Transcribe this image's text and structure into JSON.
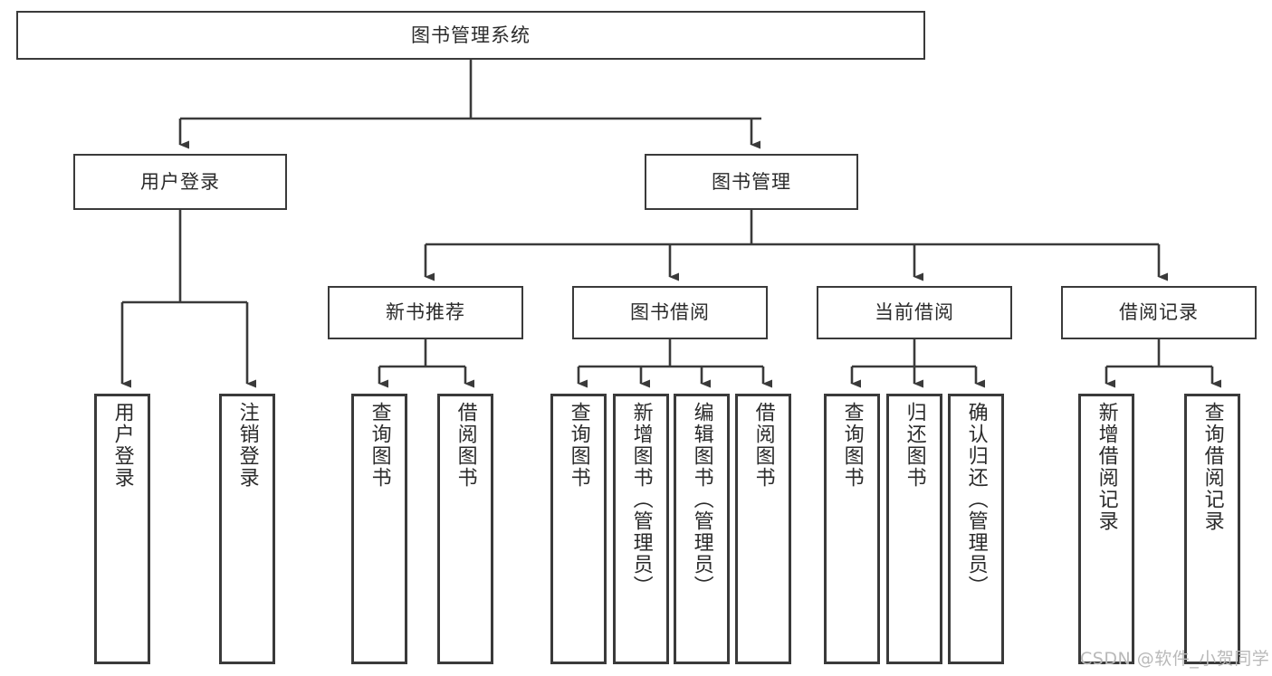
{
  "diagram": {
    "title": "图书管理系统",
    "type": "tree-hierarchy",
    "stroke_color": "#3a3a3a",
    "background_color": "#ffffff",
    "text_color": "#2b2b2b"
  },
  "nodes": {
    "root": {
      "label": "图书管理系统"
    },
    "level2": [
      {
        "id": "user-login",
        "label": "用户登录"
      },
      {
        "id": "book-manage",
        "label": "图书管理"
      }
    ],
    "level3": [
      {
        "id": "new-book-recommend",
        "label": "新书推荐"
      },
      {
        "id": "book-borrow",
        "label": "图书借阅"
      },
      {
        "id": "current-borrow",
        "label": "当前借阅"
      },
      {
        "id": "borrow-record",
        "label": "借阅记录"
      }
    ],
    "leaves": {
      "user_login": [
        {
          "id": "leaf-user-login",
          "label": "用户登录"
        },
        {
          "id": "leaf-logout",
          "label": "注销登录"
        }
      ],
      "new_book_recommend": [
        {
          "id": "leaf-query-book-1",
          "label": "查询图书"
        },
        {
          "id": "leaf-borrow-book-1",
          "label": "借阅图书"
        }
      ],
      "book_borrow": [
        {
          "id": "leaf-query-book-2",
          "label": "查询图书"
        },
        {
          "id": "leaf-add-book",
          "label": "新增图书（管理员）"
        },
        {
          "id": "leaf-edit-book",
          "label": "编辑图书（管理员）"
        },
        {
          "id": "leaf-borrow-book-2",
          "label": "借阅图书"
        }
      ],
      "current_borrow": [
        {
          "id": "leaf-query-book-3",
          "label": "查询图书"
        },
        {
          "id": "leaf-return-book",
          "label": "归还图书"
        },
        {
          "id": "leaf-confirm-return",
          "label": "确认归还（管理员）"
        }
      ],
      "borrow_record": [
        {
          "id": "leaf-add-record",
          "label": "新增借阅记录"
        },
        {
          "id": "leaf-query-record",
          "label": "查询借阅记录"
        }
      ]
    }
  },
  "watermark": {
    "text": "CSDN @软件_小贺同学"
  }
}
